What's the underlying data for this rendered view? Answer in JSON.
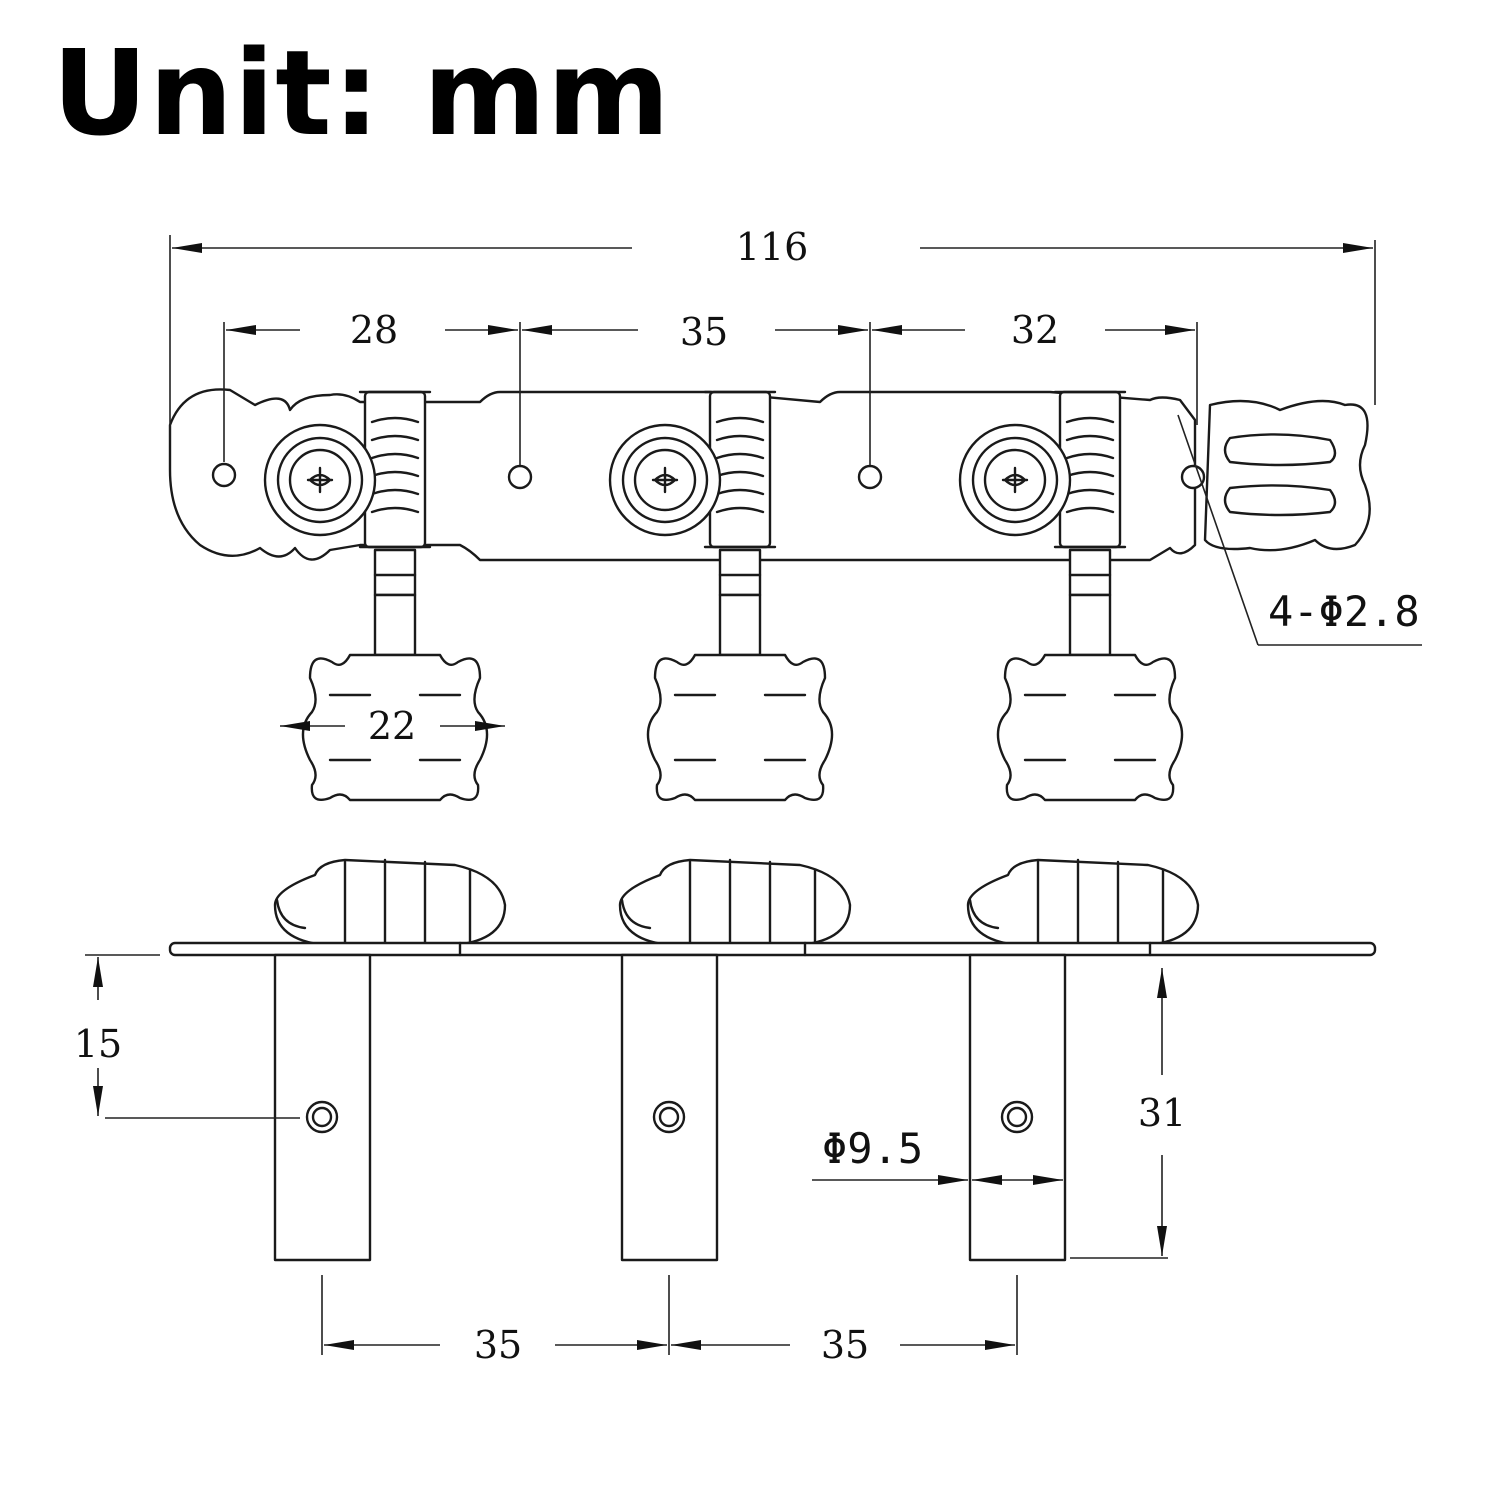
{
  "title": "Unit: mm",
  "dimensions": {
    "overall_length": "116",
    "hole_to_post_1": "28",
    "post_1_to_2": "35",
    "post_2_to_3": "32",
    "mounting_holes": "4-Φ2.8",
    "knob_width": "22",
    "roller_to_hole": "15",
    "roller_diameter": "Φ9.5",
    "roller_length": "31",
    "roller_spacing_1": "35",
    "roller_spacing_2": "35"
  }
}
